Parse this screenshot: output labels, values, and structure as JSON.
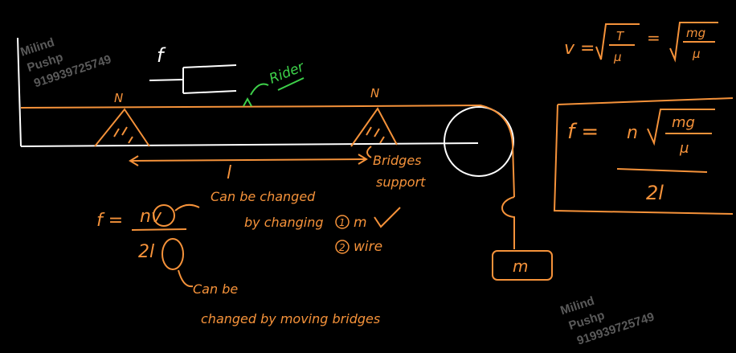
{
  "watermark": {
    "line1": "Milind",
    "line2": "Pushp",
    "line3": "919939725749"
  },
  "labels": {
    "freq_symbol": "f",
    "node_left": "N",
    "node_right": "N",
    "rider": "Rider",
    "length": "l",
    "bridges_line1": "Bridges",
    "bridges_line2": "support",
    "mass": "m"
  },
  "formula_left": {
    "f_eq": "f =",
    "numerator": "nv",
    "denominator": "2l",
    "note_v_line1": "Can be changed",
    "note_v_line2": "by changing",
    "option1_num": "1",
    "option1_text": "m",
    "option2_num": "2",
    "option2_text": "wire",
    "note_l_line1": "Can be",
    "note_l_line2": "changed by moving bridges"
  },
  "formula_top": {
    "lhs": "v =",
    "frac1_num": "T",
    "frac1_den": "μ",
    "equals": "=",
    "frac2_num": "mg",
    "frac2_den": "μ"
  },
  "formula_box": {
    "lhs": "f =",
    "n": "n",
    "frac_num": "mg",
    "frac_den": "μ",
    "denominator": "2l"
  },
  "colors": {
    "background": "#000000",
    "orange": "#f5923a",
    "white": "#ffffff",
    "green": "#3ed14a",
    "watermark": "#5a5a5a"
  }
}
